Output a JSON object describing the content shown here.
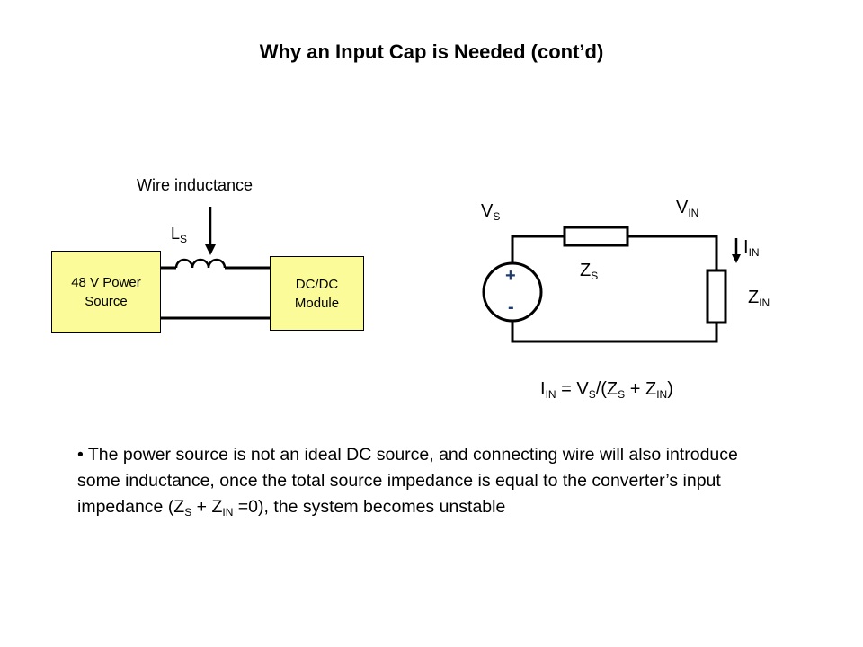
{
  "slide": {
    "title": "Why an Input Cap is Needed (cont’d)"
  },
  "left_diagram": {
    "annotation": "Wire inductance",
    "inductor_label": {
      "main": "L",
      "sub": "S"
    },
    "source_box": {
      "line1": "48 V Power",
      "line2": "Source"
    },
    "module_box": {
      "line1": "DC/DC",
      "line2": "Module"
    },
    "colors": {
      "box_fill": "#fbfb99"
    }
  },
  "right_diagram": {
    "vs_label": {
      "main": "V",
      "sub": "S"
    },
    "vin_label": {
      "main": "V",
      "sub": "IN"
    },
    "iin_label": {
      "main": "I",
      "sub": "IN"
    },
    "zs_label": {
      "main": "Z",
      "sub": "S"
    },
    "zin_label": {
      "main": "Z",
      "sub": "IN"
    },
    "source_plus": "+",
    "source_minus": "-",
    "colors": {
      "polarity": "#1f3b6e"
    }
  },
  "formula": {
    "i": "I",
    "i_sub": "IN",
    "eq": " = V",
    "vs_sub": "S",
    "mid": "/(Z",
    "zs_sub": "S",
    "plus": " + Z",
    "zin_sub": "IN",
    "end": ")"
  },
  "bullet": {
    "part1": "• The power source is not an ideal DC source, and connecting wire will also introduce some inductance, once the total source impedance is equal to the converter’s input impedance (Z",
    "sub1": "S",
    "part2": " + Z",
    "sub2": "IN",
    "part3": " =0), the system becomes unstable"
  }
}
